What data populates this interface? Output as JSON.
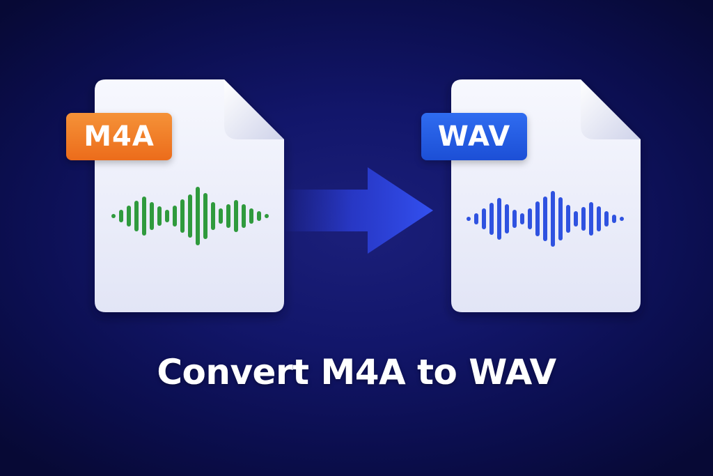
{
  "source_file": {
    "format_label": "M4A",
    "badge_color": "#ee7422",
    "waveform_color": "#2f9a3d",
    "icon": "audio-file-icon"
  },
  "target_file": {
    "format_label": "WAV",
    "badge_color": "#2458e0",
    "waveform_color": "#2f52e0",
    "icon": "audio-file-icon"
  },
  "arrow": {
    "icon": "arrow-right-icon",
    "color": "#3048e8"
  },
  "caption": "Convert M4A to WAV",
  "colors": {
    "background": "#10136a",
    "document": "#eef0fb"
  }
}
